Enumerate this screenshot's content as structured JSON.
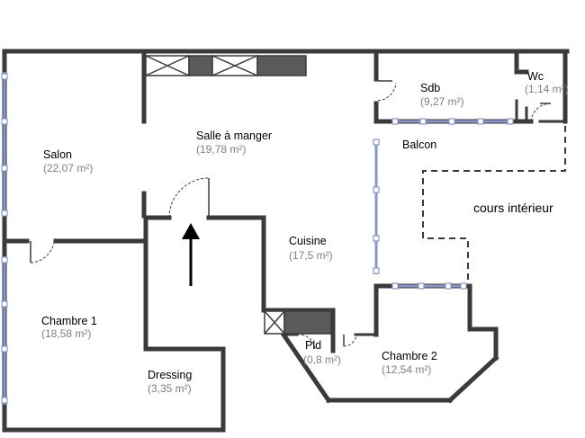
{
  "rooms": {
    "salon": {
      "name": "Salon",
      "area": "(22,07 m²)"
    },
    "salle_a_manger": {
      "name": "Salle à manger",
      "area": "(19,78 m²)"
    },
    "sdb": {
      "name": "Sdb",
      "area": "(9,27 m²)"
    },
    "wc": {
      "name": "Wc",
      "area": "(1,14 m²)"
    },
    "balcon": {
      "name": "Balcon"
    },
    "cuisine": {
      "name": "Cuisine",
      "area": "(17,5 m²)"
    },
    "chambre_1": {
      "name": "Chambre 1",
      "area": "(18,58 m²)"
    },
    "dressing": {
      "name": "Dressing",
      "area": "(3,35 m²)"
    },
    "pld": {
      "name": "Pld",
      "area": "(0,8 m²)"
    },
    "chambre_2": {
      "name": "Chambre 2",
      "area": "(12,54 m²)"
    }
  },
  "exterior": {
    "courtyard_label": "cours intérieur"
  }
}
